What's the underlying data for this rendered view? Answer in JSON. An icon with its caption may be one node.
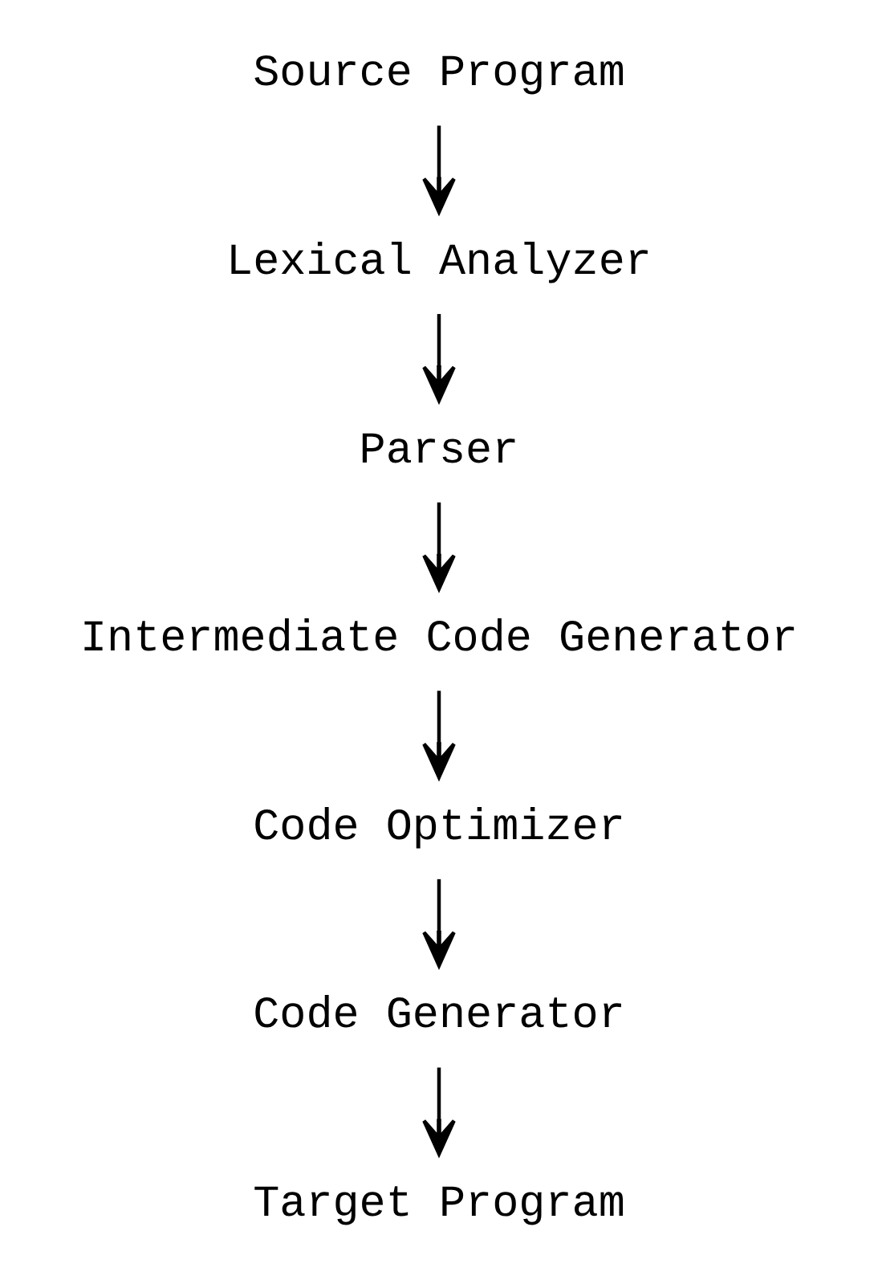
{
  "diagram": {
    "nodes": [
      {
        "text": [
          "Source Program"
        ]
      },
      {
        "text": [
          "Lexical Analyzer"
        ]
      },
      {
        "text": [
          "Parser"
        ]
      },
      {
        "text": [
          "Intermediate Code Generator"
        ]
      },
      {
        "text": [
          "Code Optimizer"
        ]
      },
      {
        "text": [
          "Code Generator"
        ]
      },
      {
        "text": [
          "Target Program"
        ]
      }
    ],
    "edges": [
      {
        "from": 0,
        "to": 1,
        "arrow": "to"
      },
      {
        "from": 1,
        "to": 2,
        "arrow": "to"
      },
      {
        "from": 2,
        "to": 3,
        "arrow": "to"
      },
      {
        "from": 3,
        "to": 4,
        "arrow": "to"
      },
      {
        "from": 4,
        "to": 5,
        "arrow": "to"
      },
      {
        "from": 5,
        "to": 6,
        "arrow": "to"
      }
    ]
  }
}
